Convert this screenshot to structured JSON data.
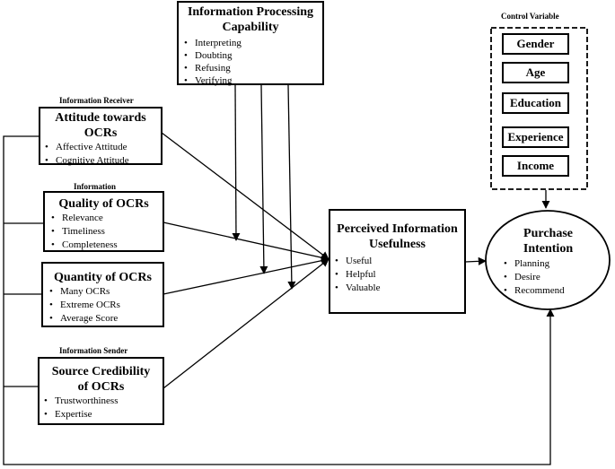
{
  "processing": {
    "title_1": "Information Processing",
    "title_2": "Capability",
    "items": [
      "Interpreting",
      "Doubting",
      "Refusing",
      "Verifying"
    ]
  },
  "labels": {
    "receiver": "Information Receiver",
    "information": "Information",
    "sender": "Information Sender",
    "control": "Control Variable"
  },
  "attitude": {
    "title_1": "Attitude towards",
    "title_2": "OCRs",
    "items": [
      "Affective Attitude",
      "Cognitive Attitude"
    ]
  },
  "quality": {
    "title": "Quality of OCRs",
    "items": [
      "Relevance",
      "Timeliness",
      "Completeness"
    ]
  },
  "quantity": {
    "title": "Quantity of OCRs",
    "items": [
      "Many OCRs",
      "Extreme OCRs",
      "Average Score"
    ]
  },
  "source": {
    "title_1": "Source Credibility",
    "title_2": "of OCRs",
    "items": [
      "Trustworthiness",
      "Expertise"
    ]
  },
  "piu": {
    "title_1": "Perceived Information",
    "title_2": "Usefulness",
    "items": [
      "Useful",
      "Helpful",
      "Valuable"
    ]
  },
  "purchase": {
    "title_1": "Purchase",
    "title_2": "Intention",
    "items": [
      "Planning",
      "Desire",
      "Recommend"
    ]
  },
  "control_vars": [
    "Gender",
    "Age",
    "Education",
    "Experience",
    "Income"
  ]
}
